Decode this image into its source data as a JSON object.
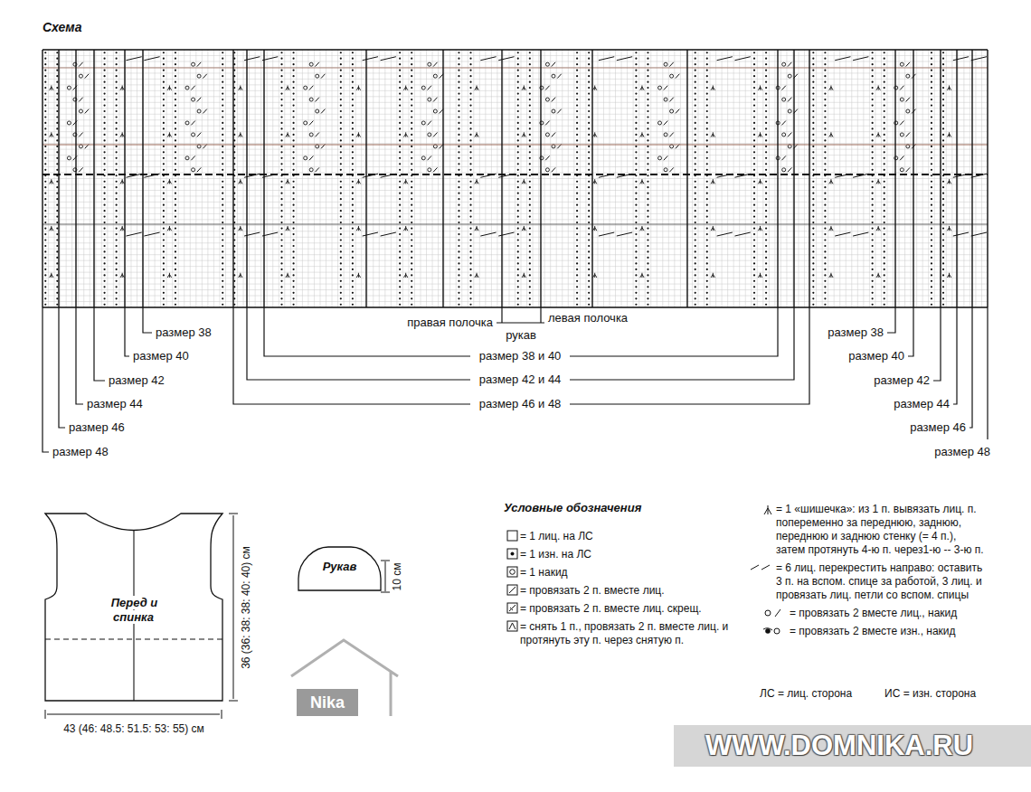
{
  "diagram": {
    "title": "Схема",
    "nodes": [
      {
        "text": [
          "Перед и спинка"
        ]
      },
      {
        "text": [
          "Рукав"
        ]
      }
    ],
    "labels": [
      "размер 38",
      "размер 40",
      "размер 42",
      "размер 44",
      "размер 46",
      "размер 48",
      "правая полочка",
      "левая полочка",
      "рукав",
      "размер 38 и 40",
      "размер 42 и 44",
      "размер 46 и 48",
      "размер 38",
      "размер 40",
      "размер 42",
      "размер 44",
      "размер 46",
      "размер 48",
      "36 (36: 38: 38: 40: 40) см",
      "43 (46: 48.5: 51.5: 53: 55) см",
      "10 см",
      "Условные обозначения",
      "ЛС = лиц. сторона",
      "ИС = изн. сторона",
      "Nika",
      "WWW.DOMNIKA.RU"
    ],
    "legend": [
      {
        "text": "= 1 лиц. на ЛС"
      },
      {
        "text": "= 1 изн. на ЛС"
      },
      {
        "text": "= 1 накид"
      },
      {
        "text": "= провязать 2 п. вместе лиц."
      },
      {
        "text": "= провязать 2 п. вместе лиц. скрещ."
      },
      {
        "text": "= снять 1 п., провязать 2 п. вместе лиц. и протянуть эту п. через снятую п."
      },
      {
        "text": "= 1 «шишечка»: из 1 п. вывязать лиц. п. попеременно за переднюю, заднюю, переднюю и заднюю стенку (= 4 п.), затем протянуть 4-ю п. через1-ю -- 3-ю п."
      },
      {
        "text": "= 6 лиц. перекрестить направо: оставить 3 п. на вспом. спице за работой, 3 лиц. и провязать лиц. петли со вспом. спицы"
      },
      {
        "text": "= провязать 2 вместе лиц., накид"
      },
      {
        "text": "= провязать 2 вместе изн., накид"
      }
    ]
  }
}
